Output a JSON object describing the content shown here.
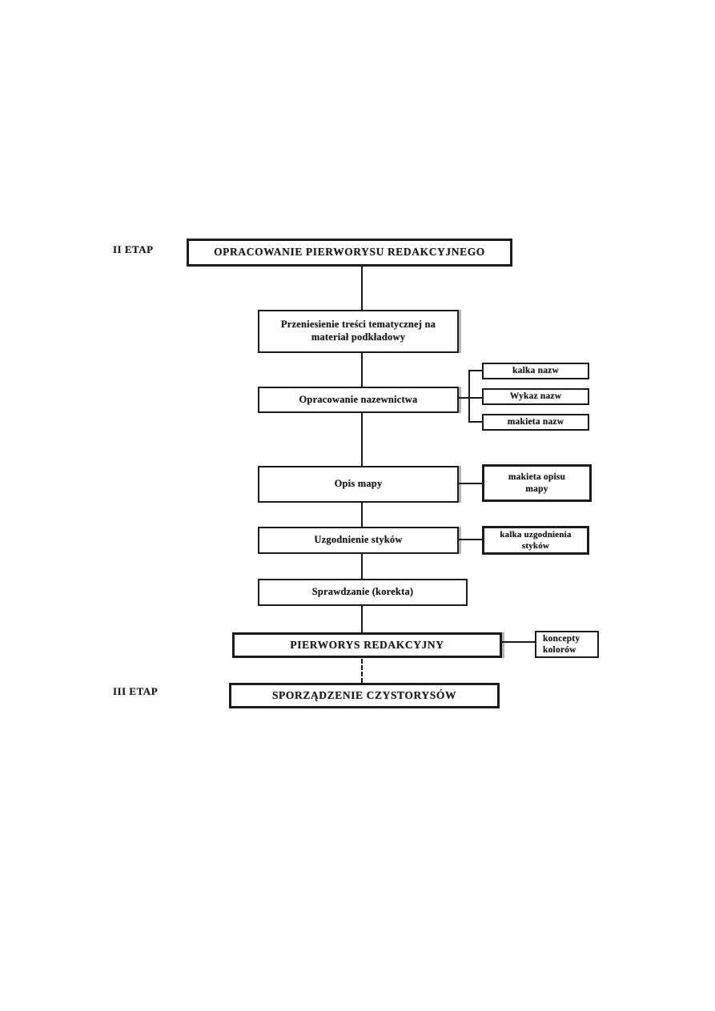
{
  "diagram": {
    "type": "flowchart",
    "language": "Polish",
    "stages": [
      {
        "label": "II ETAP"
      },
      {
        "label": "III ETAP"
      }
    ],
    "main_flow": [
      {
        "label": "OPRACOWANIE PIERWORYSU REDAKCYJNEGO"
      },
      {
        "lines": [
          "Przeniesienie treści tematycznej na",
          "materiał podkładowy"
        ]
      },
      {
        "label": "Opracowanie nazewnictwa"
      },
      {
        "label": "Opis mapy"
      },
      {
        "label": "Uzgodnienie styków"
      },
      {
        "label": "Sprawdzanie (korekta)"
      },
      {
        "label": "PIERWORYS REDAKCYJNY"
      },
      {
        "label": "SPORZĄDZENIE CZYSTORYSÓW"
      }
    ],
    "attachments": [
      {
        "attached_to": "Opracowanie nazewnictwa",
        "label": "kalka nazw"
      },
      {
        "attached_to": "Opracowanie nazewnictwa",
        "label": "Wykaz nazw"
      },
      {
        "attached_to": "Opracowanie nazewnictwa",
        "label": "makieta nazw"
      },
      {
        "attached_to": "Opis mapy",
        "lines": [
          "makieta opisu",
          "mapy"
        ]
      },
      {
        "attached_to": "Uzgodnienie styków",
        "lines": [
          "kalka uzgodnienia",
          "styków"
        ]
      },
      {
        "attached_to": "PIERWORYS REDAKCYJNY",
        "lines": [
          "koncepty",
          "kolorów"
        ]
      }
    ],
    "edges": [
      "OPRACOWANIE PIERWORYSU REDAKCYJNEGO -> Przeniesienie treści tematycznej na materiał podkładowy",
      "Przeniesienie treści tematycznej na materiał podkładowy -> Opracowanie nazewnictwa",
      "Opracowanie nazewnictwa -> Opis mapy",
      "Opis mapy -> Uzgodnienie styków",
      "Uzgodnienie styków -> Sprawdzanie (korekta)",
      "Sprawdzanie (korekta) -> PIERWORYS REDAKCYJNY",
      "PIERWORYS REDAKCYJNY -> SPORZĄDZENIE CZYSTORYSÓW (dashed)"
    ],
    "colors": {
      "ink": "#1c1c1c",
      "scan_shadow": "#b5b5b5",
      "background": "#ffffff"
    }
  }
}
